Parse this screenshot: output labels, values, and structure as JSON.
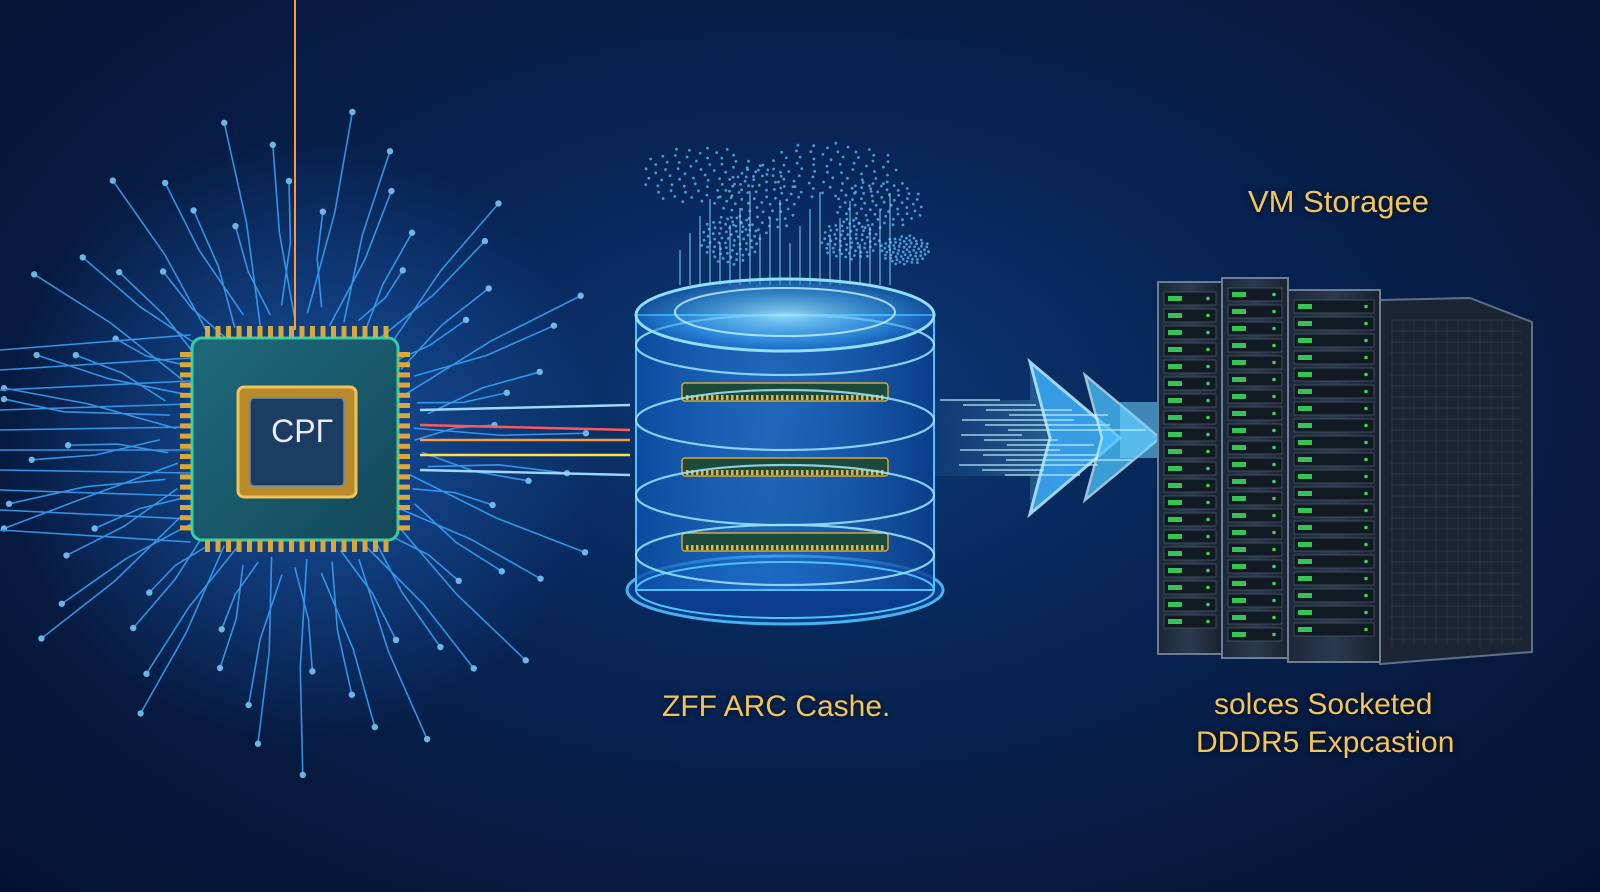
{
  "nodes": {
    "cpu": {
      "label": "CPГ"
    },
    "cache": {
      "label": "ZFF ARC Cashe."
    },
    "storage": {
      "title": "VM Storagee",
      "caption_line1": "solces Socketed",
      "caption_line2": "DDDR5 Expcastion"
    }
  },
  "edges": [
    {
      "from": "cpu",
      "to": "cache"
    },
    {
      "from": "cache",
      "to": "storage"
    }
  ],
  "colors": {
    "label_gold": "#f2c45a",
    "circuit_blue": "#3aa6ff",
    "cache_glow": "#4cc3ff",
    "led_green": "#39d65a",
    "trace_red": "#ff5a5a",
    "trace_orange": "#ff9a3c",
    "trace_yellow": "#ffe14d"
  }
}
